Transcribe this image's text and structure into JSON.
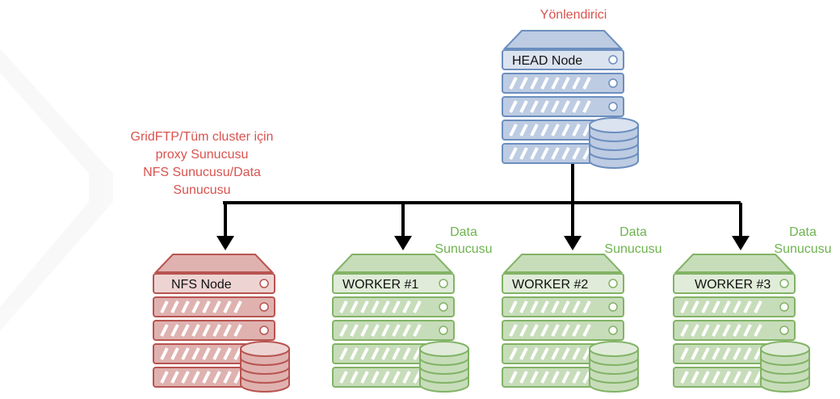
{
  "annotations": {
    "router_label": "Yönlendirici",
    "nfs_desc_lines": [
      "GridFTP/Tüm cluster için",
      "proxy Sunucusu",
      "NFS Sunucusu/Data",
      "Sunucusu"
    ],
    "data_server_label_lines": [
      "Data",
      "Sunucusu"
    ]
  },
  "nodes": {
    "head": {
      "name": "HEAD Node",
      "role": "head",
      "has_disk": true,
      "color": "#6c8ebf"
    },
    "nfs": {
      "name": "NFS Node",
      "role": "nfs",
      "has_disk": true,
      "color": "#b85450"
    },
    "workers": [
      {
        "name": "WORKER #1",
        "role": "worker",
        "has_disk": true
      },
      {
        "name": "WORKER #2",
        "role": "worker",
        "has_disk": true
      },
      {
        "name": "WORKER #3",
        "role": "worker",
        "has_disk": true
      }
    ],
    "worker_color": "#82b366"
  },
  "connections": [
    {
      "from": "HEAD Node",
      "to": "NFS Node"
    },
    {
      "from": "HEAD Node",
      "to": "WORKER #1"
    },
    {
      "from": "HEAD Node",
      "to": "WORKER #2"
    },
    {
      "from": "HEAD Node",
      "to": "WORKER #3"
    }
  ]
}
